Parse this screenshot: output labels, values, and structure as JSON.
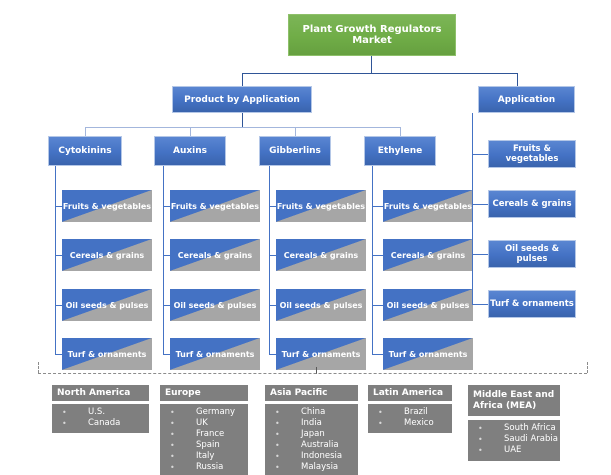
{
  "title": "Plant Growth Regulators Market",
  "root": {
    "label": "Plant Growth Regulators Market"
  },
  "branches": {
    "product_by_application": {
      "label": "Product by Application"
    },
    "application": {
      "label": "Application"
    }
  },
  "products": [
    {
      "label": "Cytokinins",
      "applications": [
        "Fruits & vegetables",
        "Cereals & grains",
        "Oil seeds & pulses",
        "Turf & ornaments"
      ]
    },
    {
      "label": "Auxins",
      "applications": [
        "Fruits & vegetables",
        "Cereals & grains",
        "Oil seeds & pulses",
        "Turf & ornaments"
      ]
    },
    {
      "label": "Gibberlins",
      "applications": [
        "Fruits & vegetables",
        "Cereals & grains",
        "Oil seeds & pulses",
        "Turf & ornaments"
      ]
    },
    {
      "label": "Ethylene",
      "applications": [
        "Fruits & vegetables",
        "Cereals & grains",
        "Oil seeds & pulses",
        "Turf & ornaments"
      ]
    }
  ],
  "application_segments": [
    "Fruits & vegetables",
    "Cereals & grains",
    "Oil seeds & pulses",
    "Turf & ornaments"
  ],
  "regions": [
    {
      "name": "North America",
      "countries": [
        "U.S.",
        "Canada"
      ]
    },
    {
      "name": "Europe",
      "countries": [
        "Germany",
        "UK",
        "France",
        "Spain",
        "Italy",
        "Russia"
      ]
    },
    {
      "name": "Asia Pacific",
      "countries": [
        "China",
        "India",
        "Japan",
        "Australia",
        "Indonesia",
        "Malaysia"
      ]
    },
    {
      "name": "Latin America",
      "countries": [
        "Brazil",
        "Mexico"
      ]
    },
    {
      "name": "Middle East and Africa (MEA)",
      "countries": [
        "South Africa",
        "Saudi Arabia",
        "UAE"
      ]
    }
  ],
  "colors": {
    "root_green": "#70ad47",
    "node_blue": "#4472c4",
    "segment_gray": "#a6a6a6",
    "region_gray": "#7f7f7f",
    "connector_dark": "#2f5597",
    "connector_light": "#a3b6dc",
    "dashed_line": "#8c8c8c",
    "text": "#ffffff"
  }
}
